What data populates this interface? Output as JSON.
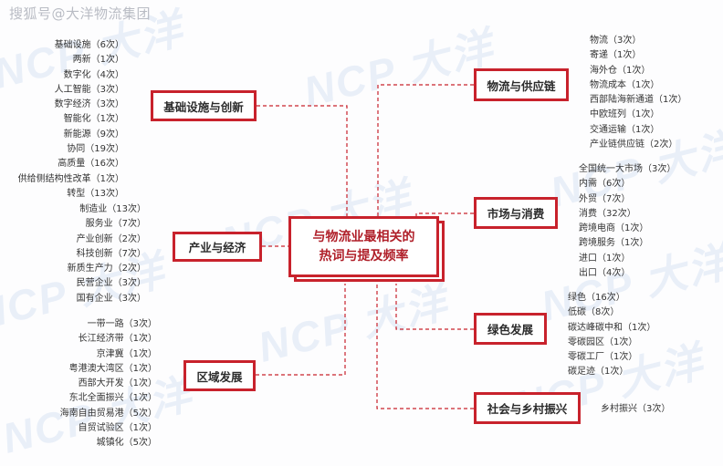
{
  "source_label": "搜狐号@大洋物流集团",
  "watermark": {
    "text_a": "NCP",
    "text_b": "大洋"
  },
  "center": {
    "line1": "与物流业最相关的",
    "line2": "热词与提及频率"
  },
  "colors": {
    "accent": "#c8222c",
    "center_text": "#b0202a",
    "line": "#c8222c"
  },
  "categories": [
    {
      "id": "infrastructure",
      "title": "基础设施与创新",
      "items": [
        "基础设施（6次）",
        "两新（1次）",
        "数字化（4次）",
        "人工智能（3次）",
        "数字经济（3次）",
        "智能化（1次）",
        "新能源（9次）",
        "协同（19次）",
        "高质量（16次）",
        "供给侧结构性改革（1次）",
        "转型（13次）"
      ]
    },
    {
      "id": "industry",
      "title": "产业与经济",
      "items": [
        "制造业（13次）",
        "服务业（7次）",
        "产业创新（2次）",
        "科技创新（7次）",
        "新质生产力（2次）",
        "民营企业（3次）",
        "国有企业（3次）"
      ]
    },
    {
      "id": "regional",
      "title": "区域发展",
      "items": [
        "一带一路（3次）",
        "长江经济带（1次）",
        "京津冀（1次）",
        "粤港澳大湾区（1次）",
        "西部大开发（1次）",
        "东北全面振兴（1次）",
        "海南自由贸易港（5次）",
        "自贸试验区（1次）",
        "城镇化（5次）"
      ]
    },
    {
      "id": "logistics",
      "title": "物流与供应链",
      "items": [
        "物流（3次）",
        "寄递（1次）",
        "海外仓（1次）",
        "物流成本（1次）",
        "西部陆海新通道（1次）",
        "中欧班列（1次）",
        "交通运输（1次）",
        "产业链供应链（2次）"
      ]
    },
    {
      "id": "market",
      "title": "市场与消费",
      "items": [
        "全国统一大市场（3次）",
        "内需（6次）",
        "外贸（7次）",
        "消费（32次）",
        "跨境电商（1次）",
        "跨境服务（1次）",
        "进口（1次）",
        "出口（4次）"
      ]
    },
    {
      "id": "green",
      "title": "绿色发展",
      "items": [
        "绿色（16次）",
        "低碳（8次）",
        "碳达峰碳中和（1次）",
        "零碳园区（1次）",
        "零碳工厂（1次）",
        "碳足迹（1次）"
      ]
    },
    {
      "id": "rural",
      "title": "社会与乡村振兴",
      "items": [
        "乡村振兴（3次）"
      ]
    }
  ],
  "chart_data": {
    "type": "table",
    "title": "与物流业最相关的热词与提及频率",
    "unit": "次",
    "groups": [
      {
        "category": "基础设施与创新",
        "terms": [
          "基础设施",
          "两新",
          "数字化",
          "人工智能",
          "数字经济",
          "智能化",
          "新能源",
          "协同",
          "高质量",
          "供给侧结构性改革",
          "转型"
        ],
        "counts": [
          6,
          1,
          4,
          3,
          3,
          1,
          9,
          19,
          16,
          1,
          13
        ]
      },
      {
        "category": "产业与经济",
        "terms": [
          "制造业",
          "服务业",
          "产业创新",
          "科技创新",
          "新质生产力",
          "民营企业",
          "国有企业"
        ],
        "counts": [
          13,
          7,
          2,
          7,
          2,
          3,
          3
        ]
      },
      {
        "category": "区域发展",
        "terms": [
          "一带一路",
          "长江经济带",
          "京津冀",
          "粤港澳大湾区",
          "西部大开发",
          "东北全面振兴",
          "海南自由贸易港",
          "自贸试验区",
          "城镇化"
        ],
        "counts": [
          3,
          1,
          1,
          1,
          1,
          1,
          5,
          1,
          5
        ]
      },
      {
        "category": "物流与供应链",
        "terms": [
          "物流",
          "寄递",
          "海外仓",
          "物流成本",
          "西部陆海新通道",
          "中欧班列",
          "交通运输",
          "产业链供应链"
        ],
        "counts": [
          3,
          1,
          1,
          1,
          1,
          1,
          1,
          2
        ]
      },
      {
        "category": "市场与消费",
        "terms": [
          "全国统一大市场",
          "内需",
          "外贸",
          "消费",
          "跨境电商",
          "跨境服务",
          "进口",
          "出口"
        ],
        "counts": [
          3,
          6,
          7,
          32,
          1,
          1,
          1,
          4
        ]
      },
      {
        "category": "绿色发展",
        "terms": [
          "绿色",
          "低碳",
          "碳达峰碳中和",
          "零碳园区",
          "零碳工厂",
          "碳足迹"
        ],
        "counts": [
          16,
          8,
          1,
          1,
          1,
          1
        ]
      },
      {
        "category": "社会与乡村振兴",
        "terms": [
          "乡村振兴"
        ],
        "counts": [
          3
        ]
      }
    ]
  }
}
